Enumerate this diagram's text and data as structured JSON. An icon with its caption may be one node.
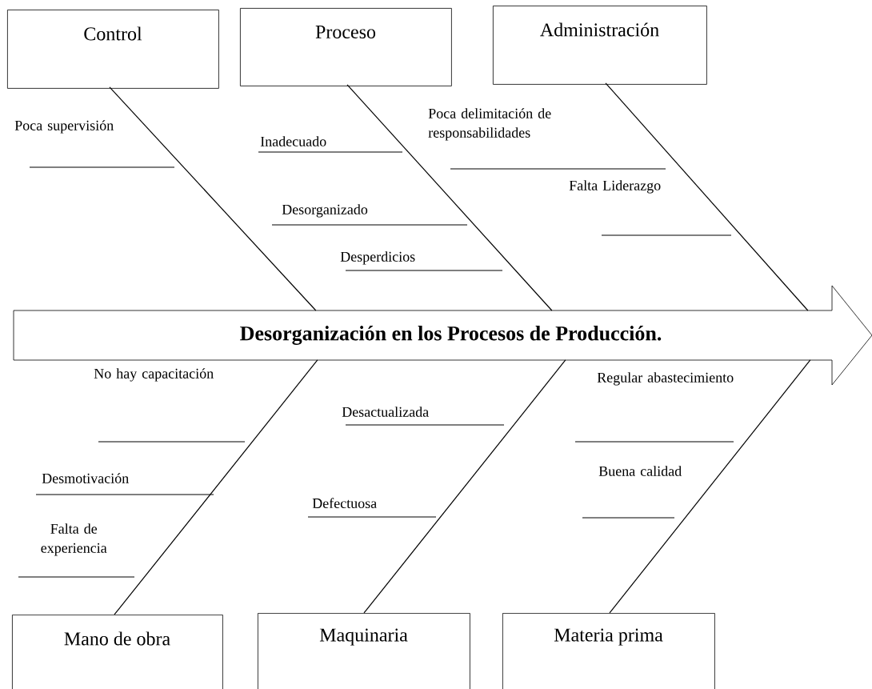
{
  "diagram": {
    "nodes": [
      {
        "text": [
          "Control"
        ]
      },
      {
        "text": [
          "Proceso"
        ]
      },
      {
        "text": [
          "Administración"
        ]
      },
      {
        "text": [
          "Desorganización en los Procesos de Producción."
        ]
      },
      {
        "text": [
          "Mano de obra"
        ]
      },
      {
        "text": [
          "Maquinaria"
        ]
      },
      {
        "text": [
          "Materia prima"
        ]
      }
    ],
    "edges": [
      {
        "from": 0,
        "to": 3,
        "arrow": "none"
      },
      {
        "from": 1,
        "to": 3,
        "arrow": "none"
      },
      {
        "from": 2,
        "to": 3,
        "arrow": "none"
      },
      {
        "from": 4,
        "to": 3,
        "arrow": "none"
      },
      {
        "from": 5,
        "to": 3,
        "arrow": "none"
      },
      {
        "from": 6,
        "to": 3,
        "arrow": "none"
      }
    ],
    "labels": [
      "Poca supervisión",
      "Inadecuado",
      "Poca delimitación de responsabilidades",
      "Desorganizado",
      "Falta Liderazgo",
      "Desperdicios",
      "No hay capacitación",
      "Desactualizada",
      "Regular abastecimiento",
      "Desmotivación",
      "Buena calidad",
      "Defectuosa",
      "Falta de experiencia"
    ]
  }
}
